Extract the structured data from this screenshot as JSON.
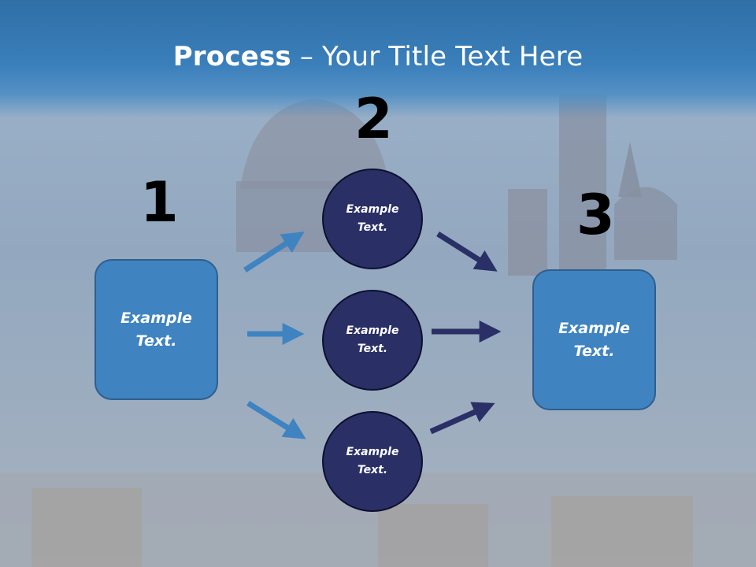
{
  "title": {
    "bold": "Process",
    "rest": " – Your Title Text Here"
  },
  "steps": {
    "step1": {
      "number": "1",
      "text": "Example\nText."
    },
    "step2": {
      "number": "2",
      "circles": [
        {
          "text": "Example\nText."
        },
        {
          "text": "Example\nText."
        },
        {
          "text": "Example\nText."
        }
      ]
    },
    "step3": {
      "number": "3",
      "text": "Example\nText."
    }
  },
  "colors": {
    "box_fill": "#3f83c1",
    "circle_fill": "#2a2f66",
    "arrow_light": "#3f83c1",
    "arrow_dark": "#2a2f66",
    "title_band": "#3a7fbb"
  }
}
